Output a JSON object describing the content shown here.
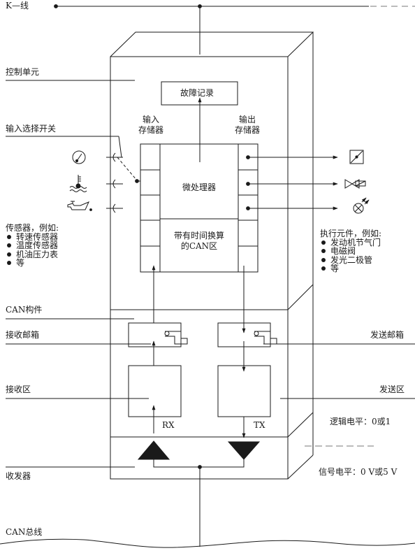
{
  "labels": {
    "k_line": "K—线",
    "control_unit": "控制单元",
    "input_selector": "输入选择开关",
    "fault_record": "故障记录",
    "input_memory_l1": "输入",
    "input_memory_l2": "存储器",
    "output_memory_l1": "输出",
    "output_memory_l2": "存储器",
    "microprocessor": "微处理器",
    "timed_can_l1": "带有时间换算",
    "timed_can_l2": "的CAN区",
    "can_component": "CAN构件",
    "receive_mailbox": "接收邮箱",
    "send_mailbox": "发送邮箱",
    "receive_area": "接收区",
    "send_area": "发送区",
    "rx": "RX",
    "tx": "TX",
    "logic_level": "逻辑电平：0或1",
    "signal_level": "信号电平：0 V或5 V",
    "transceiver": "收发器",
    "can_bus": "CAN总线"
  },
  "sensors": {
    "heading": "传感器，例如:",
    "items": [
      "转速传感器",
      "温度传感器",
      "机油压力表",
      "等"
    ]
  },
  "actuators": {
    "heading": "执行元件，例如:",
    "items": [
      "发动机节气门",
      "电磁阀",
      "发光二极管",
      "等"
    ]
  },
  "icons": {
    "sensor_1": "speed-sensor-icon",
    "sensor_2": "coolant-temperature-icon",
    "sensor_3": "oil-pressure-icon",
    "actuator_1": "throttle-valve-icon",
    "actuator_2": "solenoid-valve-icon",
    "actuator_3": "led-lamp-icon"
  },
  "colors": {
    "ink": "#1a1a1a",
    "paper": "#ffffff",
    "dashed": "#777777"
  }
}
